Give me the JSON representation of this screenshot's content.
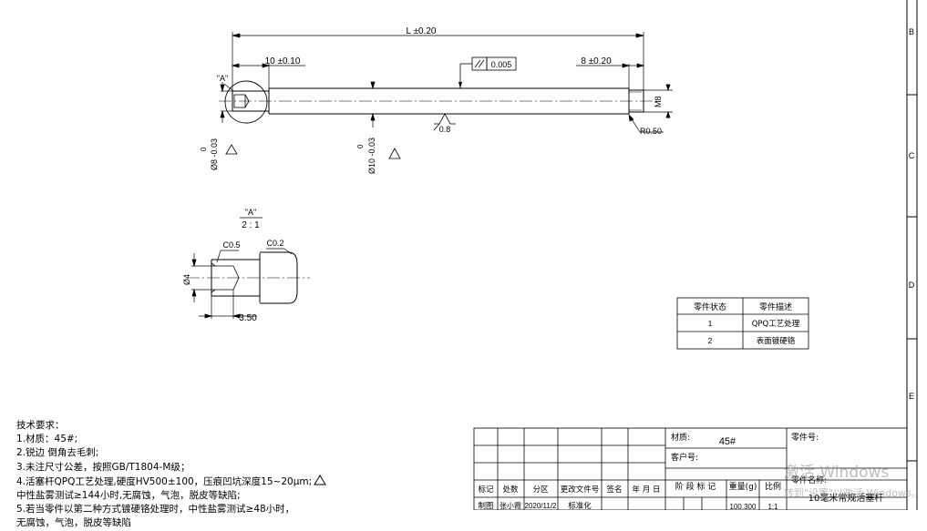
{
  "drawing": {
    "dims": {
      "overall_length": "L ±0.20",
      "left_step": "10 ±0.10",
      "right_step": "8 ±0.20",
      "straightness": "0.005",
      "left_dia_tol_upper": "0",
      "left_dia": "Ø8 -0.03",
      "body_dia_tol_upper": "0",
      "body_dia": "Ø10 -0.03",
      "roughness": "0.8",
      "radius": "R0.50",
      "thread": "M8",
      "detail_ref": "\"A\""
    },
    "detail": {
      "label": "\"A\"",
      "scale": "2 : 1",
      "chamfer1": "C0.5",
      "chamfer2": "C0.2",
      "dia": "Ø4",
      "depth": "3.50"
    }
  },
  "parts_table": {
    "headers": [
      "零件状态",
      "零件描述"
    ],
    "rows": [
      [
        "1",
        "QPQ工艺处理"
      ],
      [
        "2",
        "表面镀硬铬"
      ]
    ]
  },
  "notes": {
    "title": "技术要求：",
    "lines": [
      "1.材质：45#;",
      "2.锐边 倒角去毛刺;",
      "3.未注尺寸公差，按照GB/T1804-M级；",
      "4.活塞杆QPQ工艺处理,硬度HV500±100，压痕凹坑深度15~20μm;",
      "中性盐雾测试≥144小时,无腐蚀，气泡，脱皮等缺陷;",
      "5.若当零件以第二种方式镀硬铬处理时，中性盐雾测试≥48小时，",
      "无腐蚀，气泡，脱皮等缺陷"
    ]
  },
  "title_block": {
    "material_label": "材质:",
    "material_value": "45#",
    "customer_label": "客户号:",
    "part_no_label": "零件号:",
    "part_name_label": "零件名称:",
    "part_name_value": "10毫米常规活塞杆",
    "col_headers": [
      "标记",
      "处数",
      "分区",
      "更改文件号",
      "签名",
      "年 月 日"
    ],
    "stage_label": "阶 段 标 记",
    "weight_label": "重量(g)",
    "scale_label": "比例",
    "row_drawn": [
      "制图",
      "张小霞",
      "2020/11/2",
      "标准化"
    ],
    "weight_value": "100.300",
    "scale_value": "1:1"
  },
  "zones": [
    "B",
    "C",
    "D",
    "E"
  ],
  "watermark": {
    "line1": "激活 Windows",
    "line2": "转到\"设置\"以激活 Windows。"
  }
}
